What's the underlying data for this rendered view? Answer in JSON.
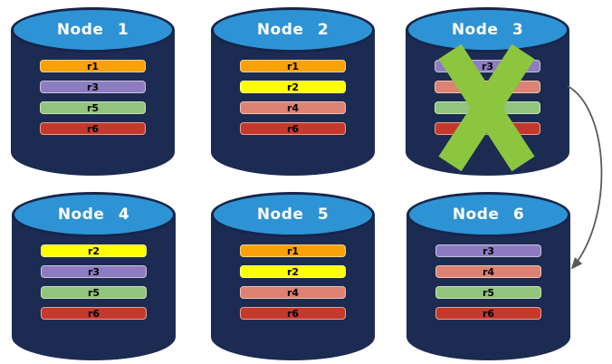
{
  "colors": {
    "cylinder_body": "#1B2B52",
    "cylinder_top": "#2E93D4",
    "cylinder_border": "#16254A",
    "x_mark": "#8CC63F",
    "arrow": "#595959"
  },
  "nodes": [
    {
      "title": "Node 1",
      "replicas": [
        {
          "label": "r1",
          "color": "#F9A109"
        },
        {
          "label": "r3",
          "color": "#8E7CC3"
        },
        {
          "label": "r5",
          "color": "#93C47D"
        },
        {
          "label": "r6",
          "color": "#C4392B"
        }
      ]
    },
    {
      "title": "Node 2",
      "replicas": [
        {
          "label": "r1",
          "color": "#F9A109"
        },
        {
          "label": "r2",
          "color": "#FFFF00"
        },
        {
          "label": "r4",
          "color": "#DD8172"
        },
        {
          "label": "r6",
          "color": "#C4392B"
        }
      ]
    },
    {
      "title": "Node 3",
      "failed": true,
      "replicas": [
        {
          "label": "r3",
          "color": "#8E7CC3"
        },
        {
          "label": "",
          "color": "#DD8172"
        },
        {
          "label": "",
          "color": "#93C47D"
        },
        {
          "label": "",
          "color": "#C4392B"
        }
      ]
    },
    {
      "title": "Node 4",
      "replicas": [
        {
          "label": "r2",
          "color": "#FFFF00"
        },
        {
          "label": "r3",
          "color": "#8E7CC3"
        },
        {
          "label": "r5",
          "color": "#93C47D"
        },
        {
          "label": "r6",
          "color": "#C4392B"
        }
      ]
    },
    {
      "title": "Node 5",
      "replicas": [
        {
          "label": "r1",
          "color": "#F9A109"
        },
        {
          "label": "r2",
          "color": "#FFFF00"
        },
        {
          "label": "r4",
          "color": "#DD8172"
        },
        {
          "label": "r6",
          "color": "#C4392B"
        }
      ]
    },
    {
      "title": "Node 6",
      "replicas": [
        {
          "label": "r3",
          "color": "#8E7CC3"
        },
        {
          "label": "r4",
          "color": "#DD8172"
        },
        {
          "label": "r5",
          "color": "#93C47D"
        },
        {
          "label": "r6",
          "color": "#C4392B"
        }
      ]
    }
  ]
}
